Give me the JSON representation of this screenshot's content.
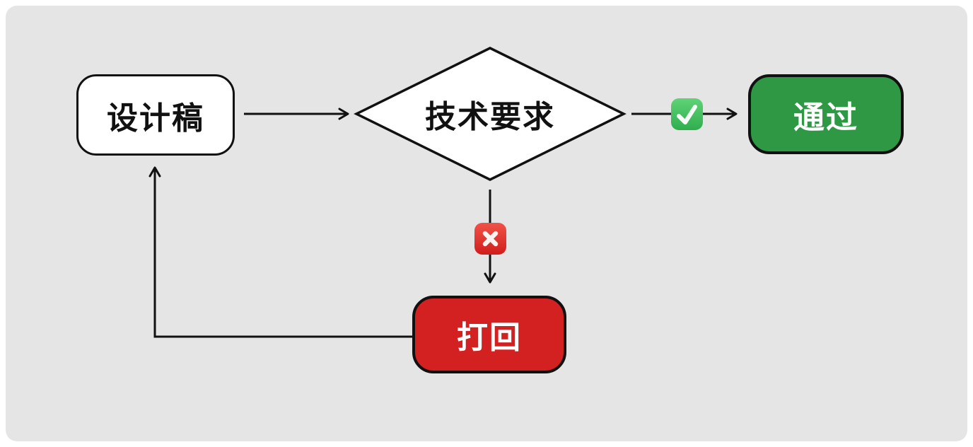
{
  "canvas": {
    "page_background": "#ffffff",
    "background": "#e5e5e5"
  },
  "nodes": {
    "design": {
      "label": "设计稿",
      "shape": "rounded-rect",
      "fill": "#ffffff",
      "text_color": "#111111"
    },
    "decision": {
      "label": "技术要求",
      "shape": "diamond",
      "fill": "#ffffff",
      "text_color": "#111111"
    },
    "pass": {
      "label": "通过",
      "shape": "rounded-rect",
      "fill": "#2e9845",
      "text_color": "#ffffff"
    },
    "reject": {
      "label": "打回",
      "shape": "rounded-rect",
      "fill": "#d32020",
      "text_color": "#ffffff"
    }
  },
  "edges": [
    {
      "from": "design",
      "to": "decision",
      "marker": ""
    },
    {
      "from": "decision",
      "to": "pass",
      "marker": "✅"
    },
    {
      "from": "decision",
      "to": "reject",
      "marker": "❌"
    },
    {
      "from": "reject",
      "to": "design",
      "marker": ""
    }
  ],
  "icons": {
    "pass_branch": "check-mark-button",
    "reject_branch": "cross-mark-button"
  },
  "colors": {
    "line_stroke": "#111111",
    "check_green_top": "#5fd377",
    "check_green_bottom": "#2fae4e",
    "cross_red_top": "#f05349",
    "cross_red_bottom": "#d11d1c",
    "pass_fill": "#2e9845",
    "reject_fill": "#d32020"
  }
}
